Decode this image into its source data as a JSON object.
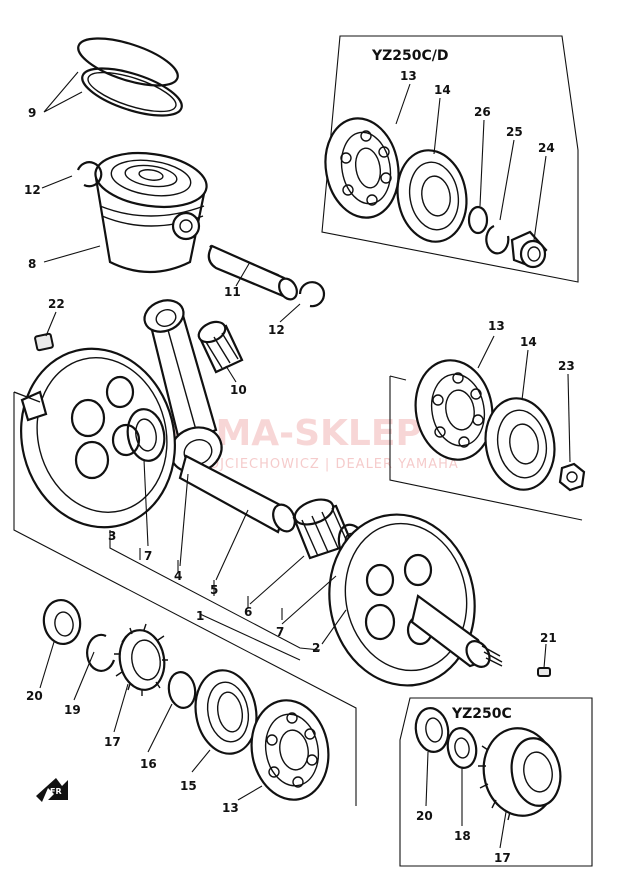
{
  "insets": {
    "top_right": "YZ250C/D",
    "bottom_right": "YZ250C"
  },
  "watermark": {
    "brand": "YAMA-SKLEP",
    "dealer": "WOJCIECHOWICZ | DEALER YAMAHA"
  },
  "front_marker": "FR",
  "callouts": {
    "c1": "1",
    "c2": "2",
    "c3": "3",
    "c4": "4",
    "c5": "5",
    "c6": "6",
    "c7a": "7",
    "c7b": "7",
    "c8": "8",
    "c9": "9",
    "c10": "10",
    "c11": "11",
    "c12a": "12",
    "c12b": "12",
    "c13a": "13",
    "c13b": "13",
    "c13c": "13",
    "c14a": "14",
    "c14b": "14",
    "c15": "15",
    "c16": "16",
    "c17a": "17",
    "c17b": "17",
    "c18": "18",
    "c19": "19",
    "c20a": "20",
    "c20b": "20",
    "c21": "21",
    "c22": "22",
    "c23": "23",
    "c24": "24",
    "c25": "25",
    "c26": "26"
  }
}
